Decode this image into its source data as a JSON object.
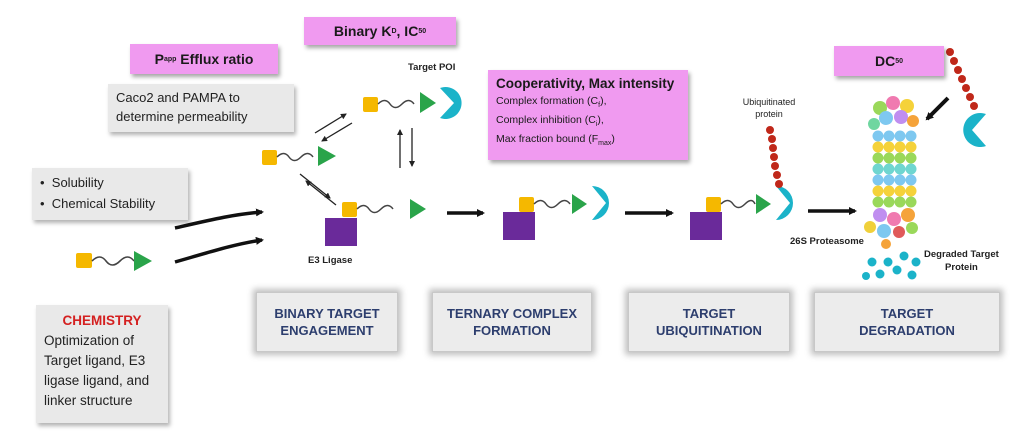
{
  "top_labels": {
    "papp_prefix": "P",
    "papp_sub": "app",
    "papp_rest": " Efflux ratio",
    "binary_prefix": "Binary K",
    "binary_sub1": "D",
    "binary_mid": ", IC",
    "binary_sub2": "50",
    "dc_prefix": "DC",
    "dc_sub": "50"
  },
  "permeability_note": {
    "line1": "Caco2 and PAMPA to",
    "line2": "determine permeability"
  },
  "properties": [
    "Solubility",
    "Chemical Stability"
  ],
  "chemistry": {
    "title": "CHEMISTRY",
    "line1": "Optimization of",
    "line2": "Target ligand, E3",
    "line3": "ligase ligand, and",
    "line4": "linker structure"
  },
  "cooperativity": {
    "title": "Cooperativity, Max intensity",
    "l1_prefix": "Complex formation (C",
    "l1_sub": "f",
    "l1_suffix": "),",
    "l2_prefix": "Complex inhibition (C",
    "l2_sub": "i",
    "l2_suffix": "),",
    "l3_prefix": "Max fraction bound (F",
    "l3_sub": "max",
    "l3_suffix": ")"
  },
  "labels": {
    "target_poi": "Target POI",
    "e3_ligase": "E3 Ligase",
    "ubiquitinated_1": "Ubiquitinated",
    "ubiquitinated_2": "protein",
    "proteasome": "26S Proteasome",
    "degraded_1": "Degraded Target",
    "degraded_2": "Protein"
  },
  "stages": [
    {
      "line1": "BINARY TARGET",
      "line2": "ENGAGEMENT"
    },
    {
      "line1": "TERNARY COMPLEX",
      "line2": "FORMATION"
    },
    {
      "line1": "TARGET",
      "line2": "UBIQUITINATION"
    },
    {
      "line1": "TARGET",
      "line2": "DEGRADATION"
    }
  ],
  "colors": {
    "pink": "#f09af0",
    "warhead_green": "#2aa44a",
    "e3_ligand_yellow": "#f5b800",
    "e3_ligase_purple": "#6a2a9a",
    "poi_teal": "#1bb3c9",
    "ubiquitin_red": "#c0281a",
    "stage_text": "#2d3e6e",
    "chemistry_red": "#d42020"
  }
}
